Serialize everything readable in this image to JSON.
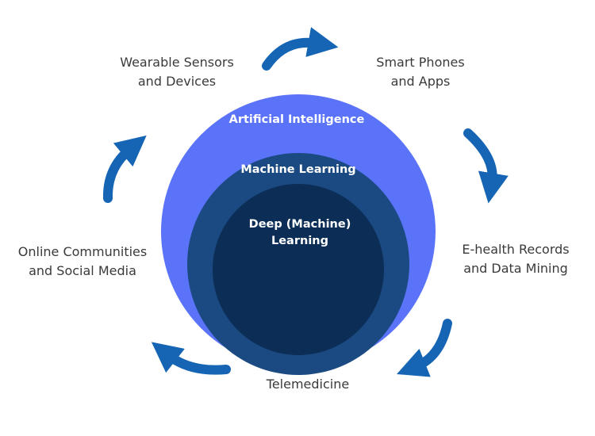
{
  "colors": {
    "outer_circle": "#5a73f8",
    "middle_circle": "#1b4a82",
    "inner_circle": "#0c2d55",
    "arrow": "#1565b4",
    "text": "#3a3a3a"
  },
  "circles": {
    "outer": {
      "label": "Artificial Intelligence"
    },
    "middle": {
      "label": "Machine Learning"
    },
    "inner": {
      "label_line1": "Deep (Machine)",
      "label_line2": "Learning"
    }
  },
  "sources": [
    {
      "line1": "Wearable Sensors",
      "line2": "and Devices"
    },
    {
      "line1": "Smart Phones",
      "line2": "and Apps"
    },
    {
      "line1": "E-health Records",
      "line2": "and Data Mining"
    },
    {
      "line1": "Telemedicine"
    },
    {
      "line1": "Online Communities",
      "line2": "and Social Media"
    }
  ],
  "arrows": {
    "icon": "curved-arrow-icon",
    "direction": "clockwise",
    "count": 5
  }
}
